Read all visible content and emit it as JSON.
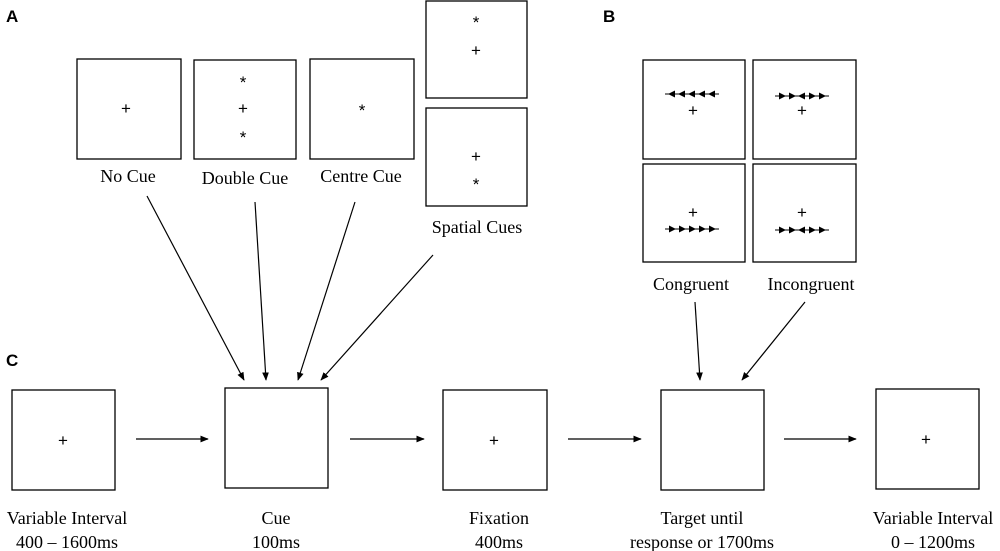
{
  "panels": {
    "a": "A",
    "b": "B",
    "c": "C"
  },
  "symbols": {
    "plus": "+",
    "star": "*"
  },
  "cue_types": {
    "no_cue": "No Cue",
    "double_cue": "Double Cue",
    "centre_cue": "Centre Cue",
    "spatial_cues": "Spatial Cues"
  },
  "flanker_types": {
    "congruent": "Congruent",
    "incongruent": "Incongruent"
  },
  "sequence": [
    {
      "line1": "Variable Interval",
      "line2": "400 – 1600ms"
    },
    {
      "line1": "Cue",
      "line2": "100ms"
    },
    {
      "line1": "Fixation",
      "line2": "400ms"
    },
    {
      "line1": "Target until",
      "line2": "response or 1700ms"
    },
    {
      "line1": "Variable Interval",
      "line2": "0 – 1200ms"
    }
  ],
  "flanker_arrows": {
    "left_congruent": [
      "left",
      "left",
      "left",
      "left",
      "left"
    ],
    "right_incongruent": [
      "right",
      "right",
      "left",
      "right",
      "right"
    ],
    "right_congruent": [
      "right",
      "right",
      "right",
      "right",
      "right"
    ],
    "right_incongruent_2": [
      "right",
      "right",
      "left",
      "right",
      "right"
    ]
  }
}
